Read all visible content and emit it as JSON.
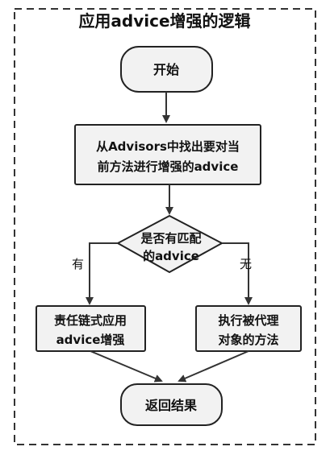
{
  "title": "应用advice增强的逻辑",
  "nodes": {
    "start": {
      "text": "开始"
    },
    "find": {
      "line1": "从Advisors中找出要对当",
      "line2": "前方法进行增强的advice"
    },
    "decision": {
      "line1": "是否有匹配",
      "line2": "的advice"
    },
    "chain": {
      "line1": "责任链式应用",
      "line2": "advice增强"
    },
    "invoke": {
      "line1": "执行被代理",
      "line2": "对象的方法"
    },
    "end": {
      "text": "返回结果"
    }
  },
  "edges": {
    "yes_label": "有",
    "no_label": "无"
  },
  "colors": {
    "node_fill": "#f2f2f2",
    "stroke": "#222222",
    "frame": "#333333"
  }
}
